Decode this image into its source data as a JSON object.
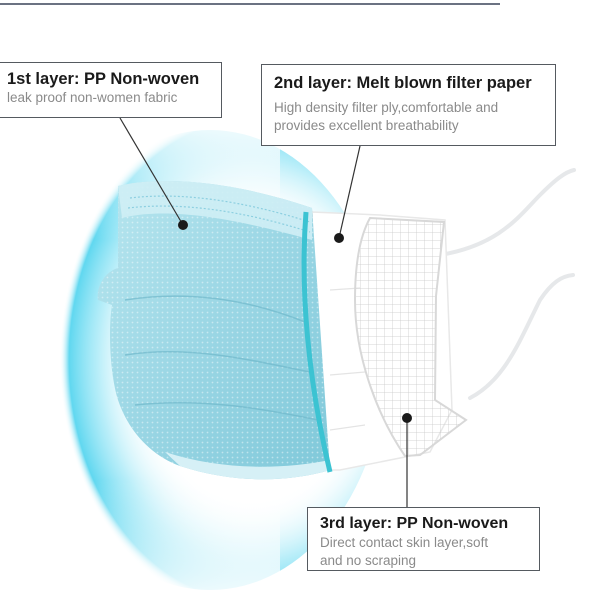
{
  "image": {
    "subject": "three-layer surgical face mask diagram",
    "colors": {
      "mask_blue": "#9fd9e6",
      "mask_edge_teal": "#3cc3d2",
      "glow_cyan": "#4fd3ee",
      "callout_border": "#555a60",
      "title_text": "#1a1a1a",
      "desc_text": "#8a8a8a",
      "top_rule": "#6b7282"
    }
  },
  "callouts": [
    {
      "title": "1st layer: PP Non-woven",
      "description": "leak proof non-women fabric"
    },
    {
      "title": "2nd layer: Melt blown filter paper",
      "description_lines": [
        "High density filter ply,comfortable and",
        "provides excellent breathability"
      ]
    },
    {
      "title": "3rd layer: PP Non-woven",
      "description_lines": [
        "Direct contact skin layer,soft",
        "and no scraping"
      ]
    }
  ]
}
